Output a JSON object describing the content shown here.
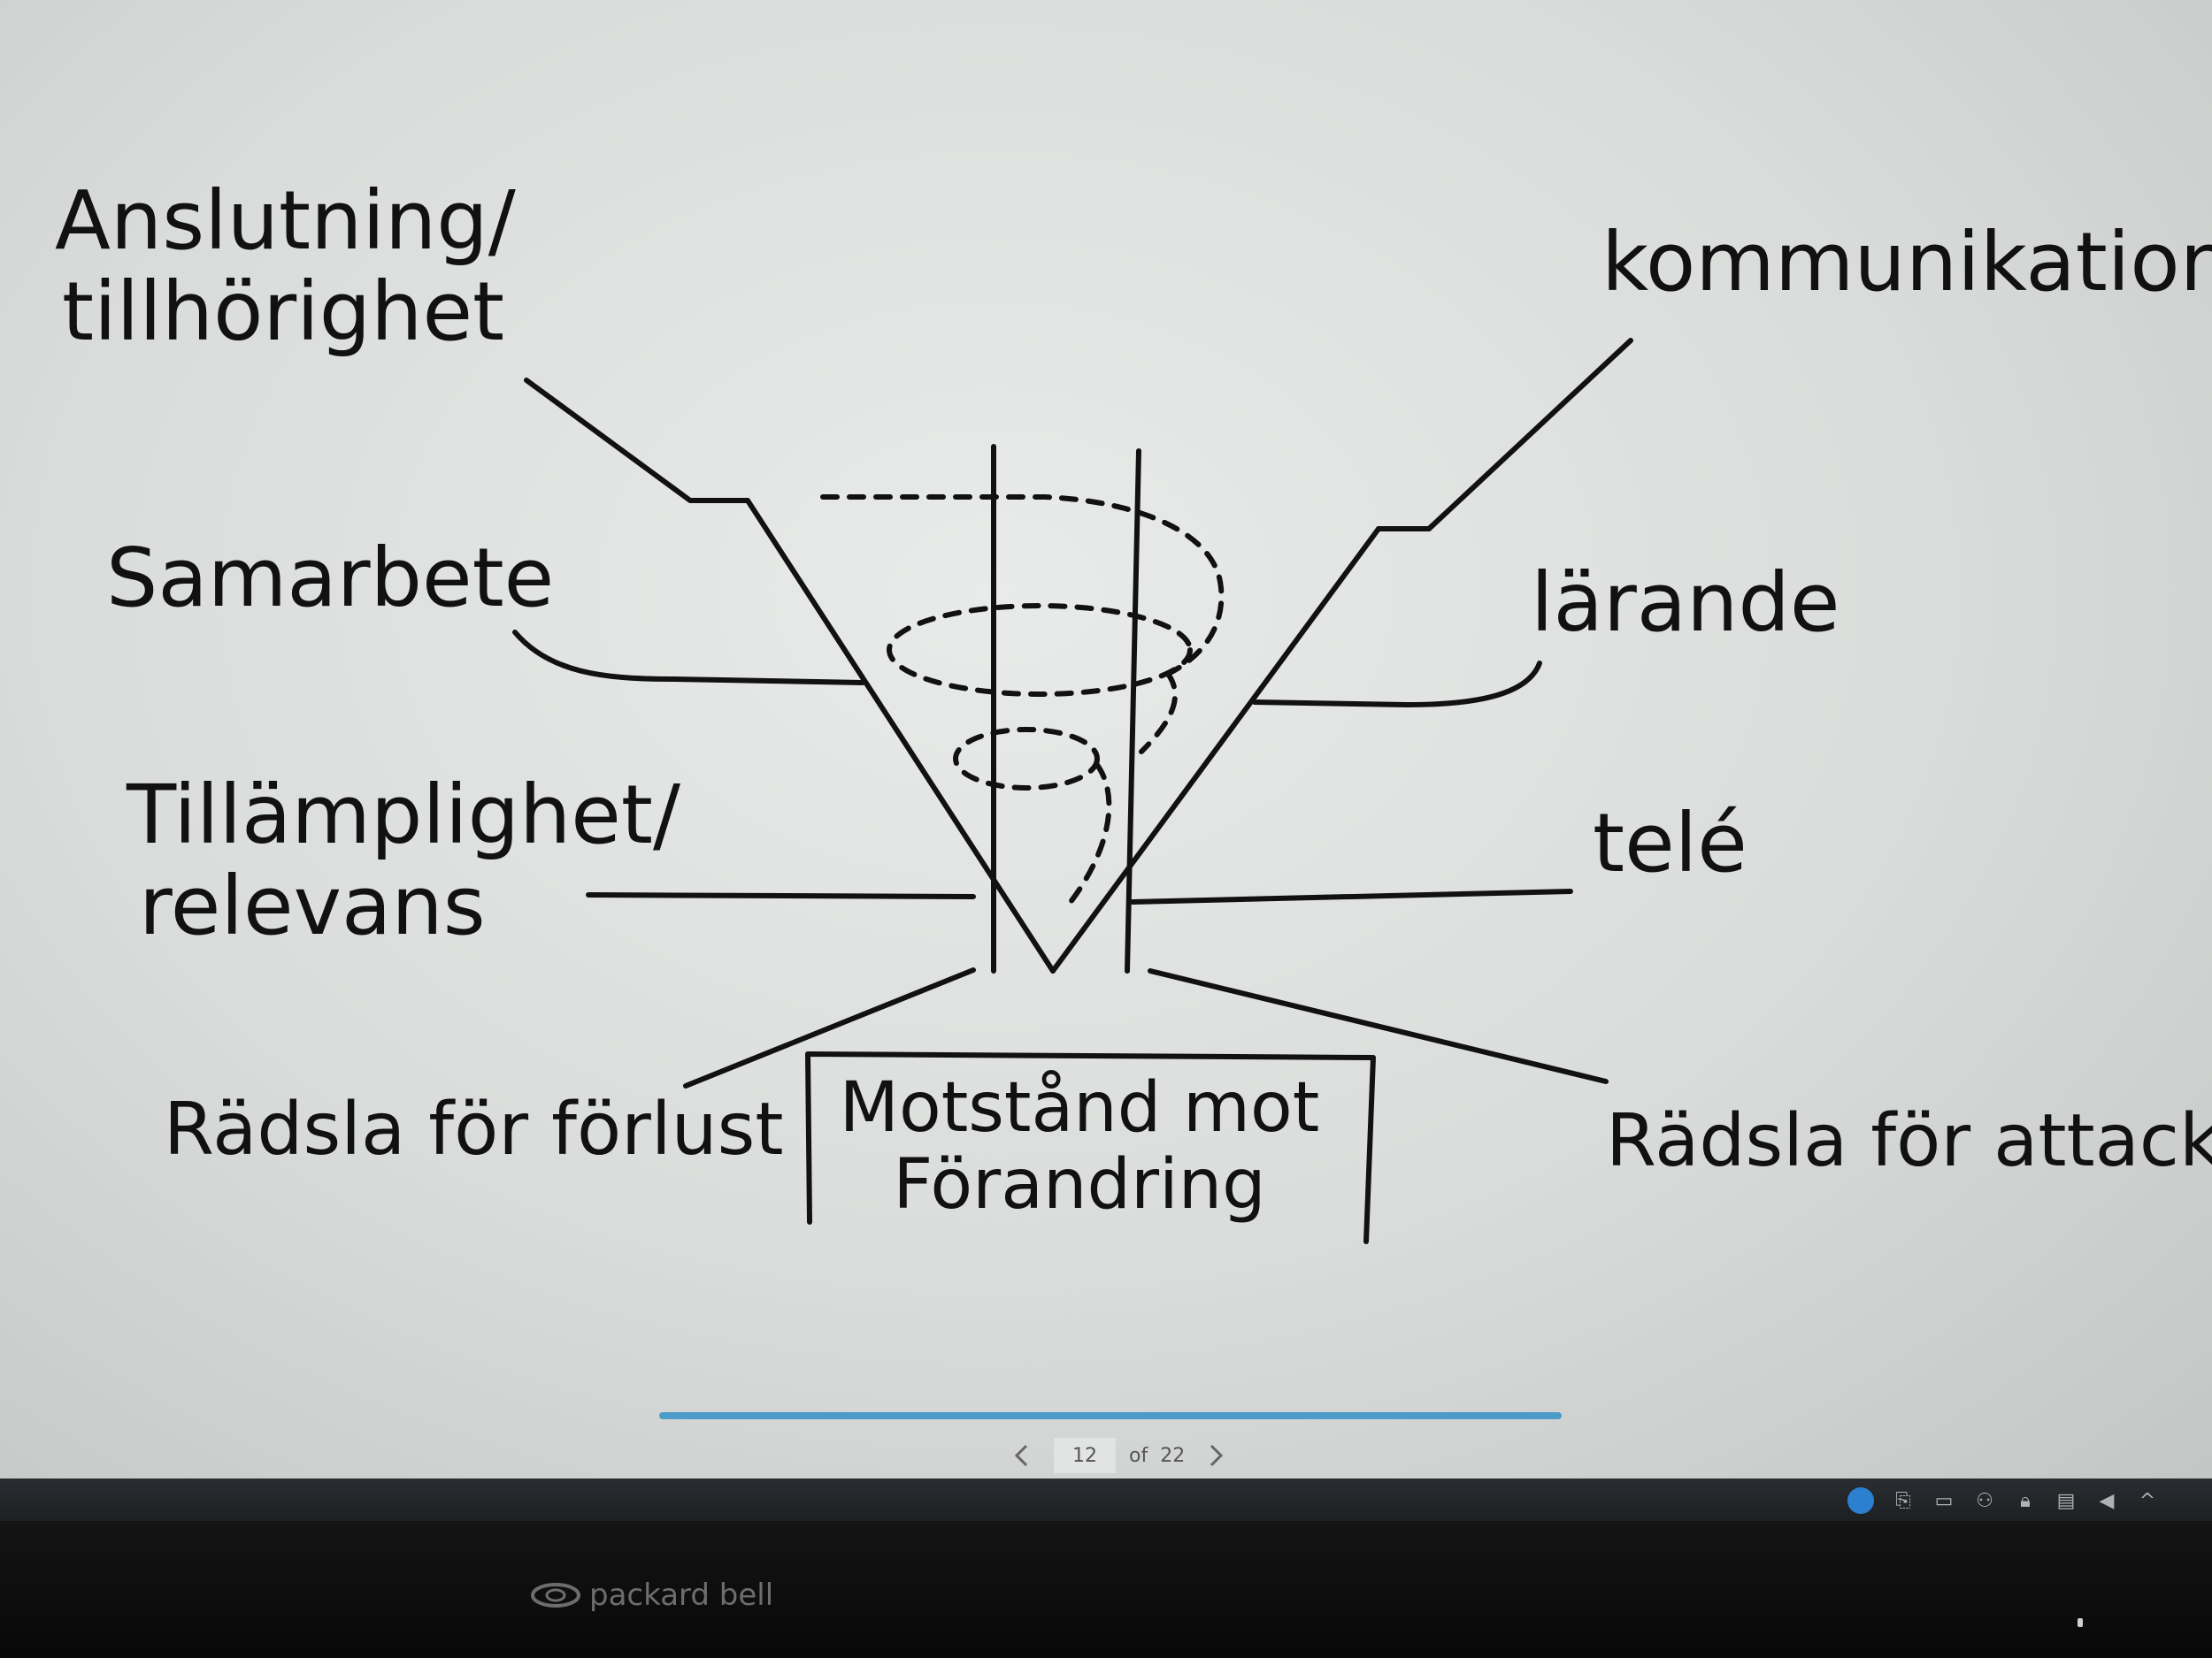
{
  "slide": {
    "labels": {
      "anslutning": [
        "Anslutning/",
        "tillhörighet"
      ],
      "samarbete": "Samarbete",
      "tillamplighet": [
        "Tillämplighet/",
        "relevans"
      ],
      "radsla_forlust": "Rädsla för förlust",
      "kommunikation": "kommunikation",
      "larande": "lärande",
      "tele": "telé",
      "radsla_attack": "Rädsla för attack"
    },
    "center_box": [
      "Motstånd mot",
      "Förandring"
    ]
  },
  "viewer": {
    "current_page": "12",
    "of_label": "of",
    "total_pages": "22",
    "prev_icon": "chevron-left-icon",
    "next_icon": "chevron-right-icon",
    "progress_color": "#4c9cc9"
  },
  "taskbar": {
    "tray_icons": [
      "network-globe-icon",
      "usb-icon",
      "display-icon",
      "people-icon",
      "lock-icon",
      "battery-icon",
      "volume-icon",
      "chevron-up-icon"
    ]
  },
  "monitor": {
    "brand": "packard bell"
  }
}
